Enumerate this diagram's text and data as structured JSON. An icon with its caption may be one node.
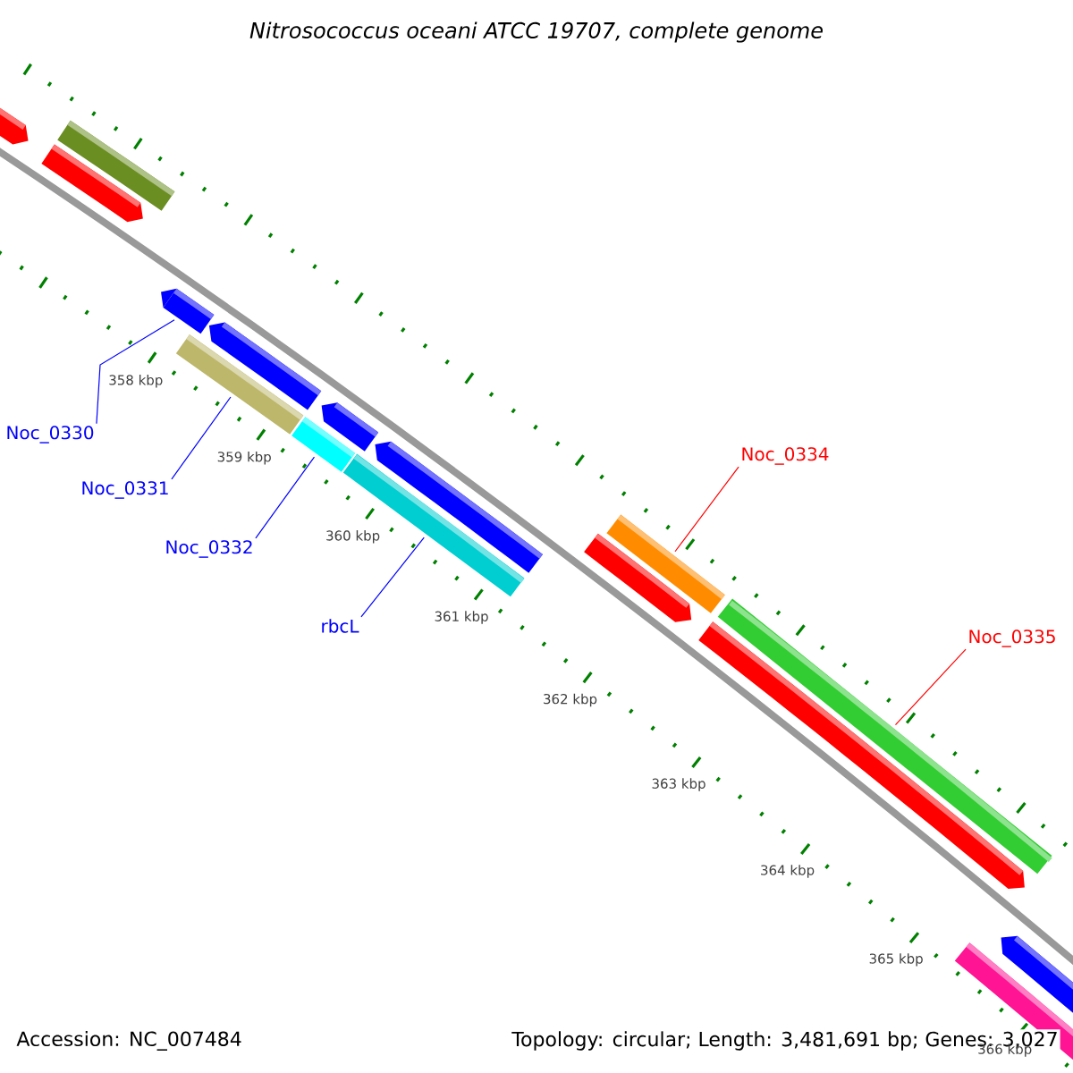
{
  "diagram": {
    "title": "Nitrosococcus oceani ATCC 19707, complete genome",
    "nodes": [
      {
        "text": [
          "Noc_0330"
        ]
      },
      {
        "text": [
          "Noc_0331"
        ]
      },
      {
        "text": [
          "Noc_0332"
        ]
      },
      {
        "text": [
          "rbcL"
        ]
      },
      {
        "text": [
          "Noc_0334"
        ]
      },
      {
        "text": [
          "Noc_0335"
        ]
      },
      {
        "text": [],
        "shape": "bar"
      },
      {
        "text": [],
        "shape": "bar"
      },
      {
        "text": [],
        "shape": "bar"
      },
      {
        "text": [],
        "shape": "bar"
      },
      {
        "text": [],
        "shape": "bar"
      },
      {
        "text": [],
        "shape": "bar"
      }
    ],
    "edges": [
      {
        "from": 0,
        "to": 6,
        "arrow": "none"
      },
      {
        "from": 1,
        "to": 7,
        "arrow": "none"
      },
      {
        "from": 2,
        "to": 8,
        "arrow": "none"
      },
      {
        "from": 3,
        "to": 9,
        "arrow": "none"
      },
      {
        "from": 4,
        "to": 10,
        "arrow": "none",
        "color": "#ff0000"
      },
      {
        "from": 5,
        "to": 11,
        "arrow": "none",
        "color": "#ff0000"
      }
    ],
    "labels": [
      "358 kbp",
      "359 kbp",
      "360 kbp",
      "361 kbp",
      "362 kbp",
      "363 kbp",
      "364 kbp",
      "365 kbp",
      "Accession: NC_007484",
      "Topology: circular; Length: 3,481,691 bp; Genes: 3,027",
      "366 kbp"
    ]
  }
}
